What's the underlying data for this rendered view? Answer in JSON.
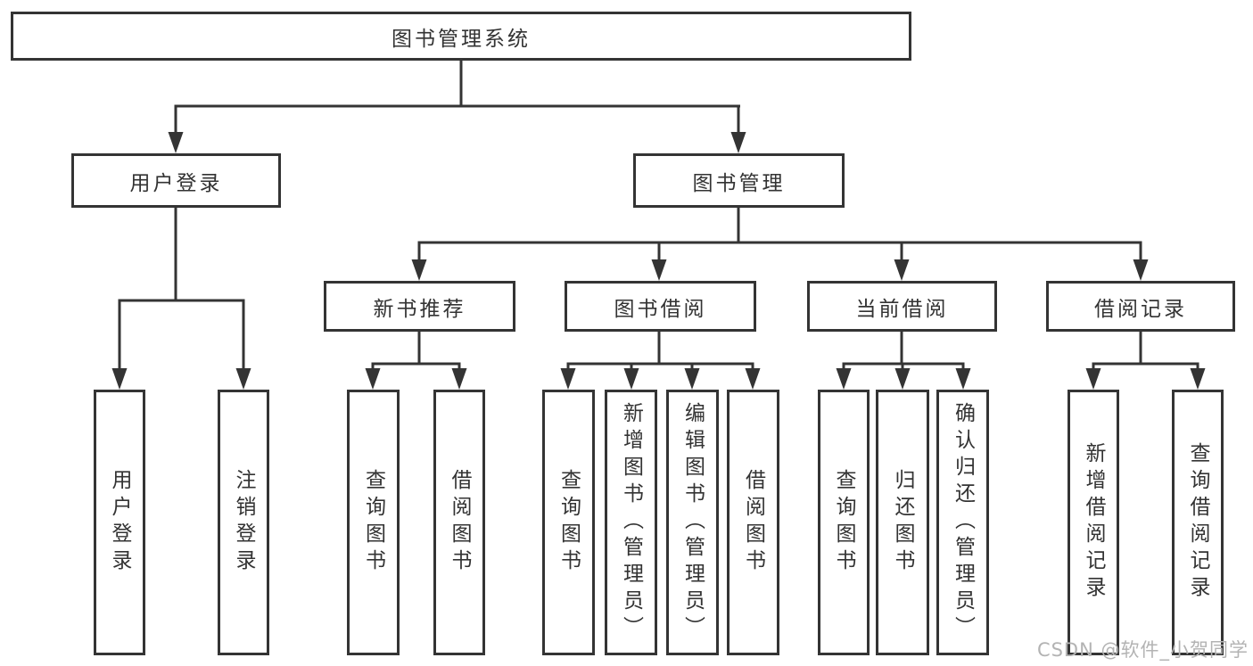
{
  "watermark": "CSDN @软件_小贺同学",
  "colors": {
    "line": "#343434",
    "box_border": "#343434",
    "text": "#333333",
    "background": "#ffffff",
    "watermark": "#b3b3b3"
  },
  "root": {
    "label": "图书管理系统",
    "children": [
      {
        "label": "用户登录",
        "children": [
          {
            "label": "用户登录"
          },
          {
            "label": "注销登录"
          }
        ]
      },
      {
        "label": "图书管理",
        "children": [
          {
            "label": "新书推荐",
            "children": [
              {
                "label": "查询图书"
              },
              {
                "label": "借阅图书"
              }
            ]
          },
          {
            "label": "图书借阅",
            "children": [
              {
                "label": "查询图书"
              },
              {
                "label": "新增图书（管理员）"
              },
              {
                "label": "编辑图书（管理员）"
              },
              {
                "label": "借阅图书"
              }
            ]
          },
          {
            "label": "当前借阅",
            "children": [
              {
                "label": "查询图书"
              },
              {
                "label": "归还图书"
              },
              {
                "label": "确认归还（管理员）"
              }
            ]
          },
          {
            "label": "借阅记录",
            "children": [
              {
                "label": "新增借阅记录"
              },
              {
                "label": "查询借阅记录"
              }
            ]
          }
        ]
      }
    ]
  }
}
